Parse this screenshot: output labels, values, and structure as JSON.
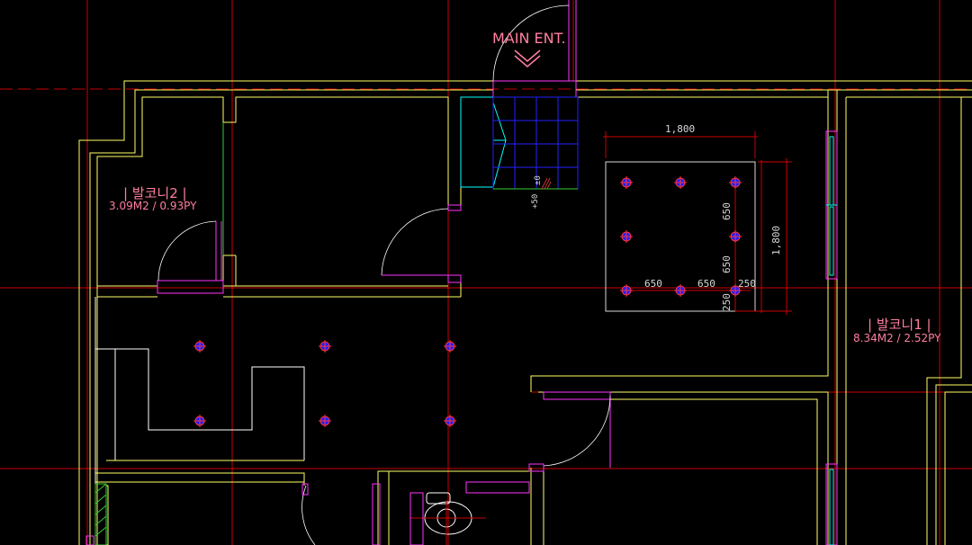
{
  "plan": {
    "entrance_label": "MAIN ENT.",
    "balcony_2": {
      "name": "| 발코니2 |",
      "area": "3.09M2 / 0.93PY"
    },
    "balcony_1": {
      "name": "| 발코니1 |",
      "area": "8.34M2 / 2.52PY"
    },
    "dimensions": {
      "top_width": "1,800",
      "right_height": "1,800",
      "bottom_a": "650",
      "bottom_b": "650",
      "bottom_c": "250",
      "right_a": "650",
      "right_b": "650",
      "right_c": "250"
    },
    "level_marks": {
      "a": "±0",
      "b": "+50"
    }
  },
  "colors": {
    "background": "#000000",
    "wall": "#ffff66",
    "door": "#ff33ff",
    "grid_line": "#cc0000",
    "window": "#00ffff",
    "tile": "#2222ff",
    "label": "#ff7f9f",
    "dim": "#d8d8d8",
    "fixture_line": "#ffffff",
    "hatch": "#cc3333",
    "fixture_green": "#33cc33"
  }
}
